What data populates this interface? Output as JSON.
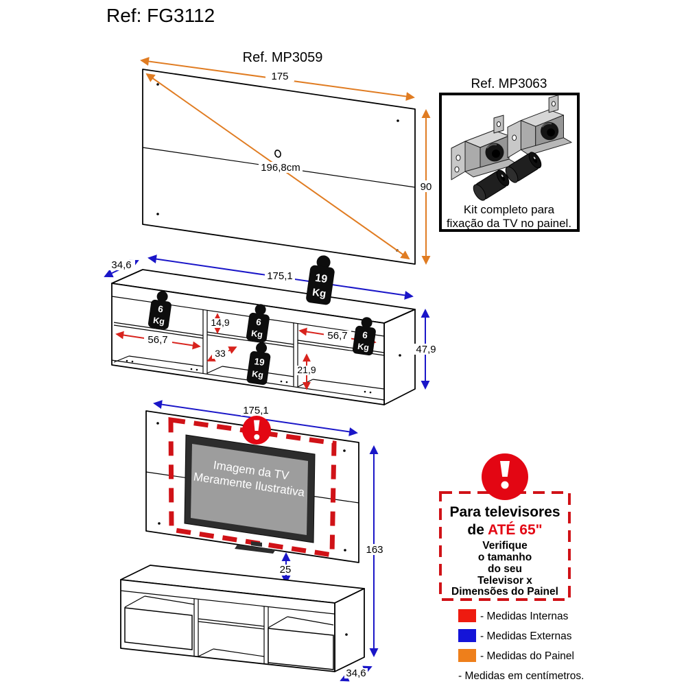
{
  "title": "Ref: FG3112",
  "colors": {
    "dim_internal": "#d8231d",
    "dim_external": "#1a16c8",
    "dim_panel": "#e07c22",
    "warning_red": "#e30613",
    "dashed_red": "#d01217",
    "legend_red": "#ee1b10",
    "legend_blue": "#1414d8",
    "legend_orange": "#ee7f1b"
  },
  "panel": {
    "ref": "Ref. MP3059",
    "width": "175",
    "height": "90",
    "diagonal": "196,8cm"
  },
  "kit": {
    "ref": "Ref. MP3063",
    "caption1": "Kit completo para",
    "caption2": "fixação da TV no painel."
  },
  "rack": {
    "depth": "34,6",
    "width": "175,1",
    "height": "47,9",
    "left_width": "56,7",
    "middle_top_height": "14,9",
    "middle_width": "33",
    "right_width": "56,7",
    "right_height": "21,9",
    "weight_unit": "Kg",
    "weight_top": "19",
    "weight_left": "6",
    "weight_middle_top": "6",
    "weight_middle_bottom": "19",
    "weight_right": "6"
  },
  "assembly": {
    "width": "175,1",
    "height": "163",
    "clearance": "25",
    "depth": "34,6",
    "tv_line1": "Imagem da TV",
    "tv_line2": "Meramente Ilustrativa"
  },
  "warning": {
    "line1": "Para televisores",
    "line2a": "de ",
    "line2b": "ATÉ 65\"",
    "line3": "Verifique",
    "line4": "o tamanho",
    "line5": "do seu",
    "line6": "Televisor x",
    "line7": "Dimensões do Painel"
  },
  "legend": {
    "internas": "- Medidas Internas",
    "externas": "- Medidas Externas",
    "painel": "- Medidas do Painel",
    "note": "- Medidas em centímetros."
  }
}
